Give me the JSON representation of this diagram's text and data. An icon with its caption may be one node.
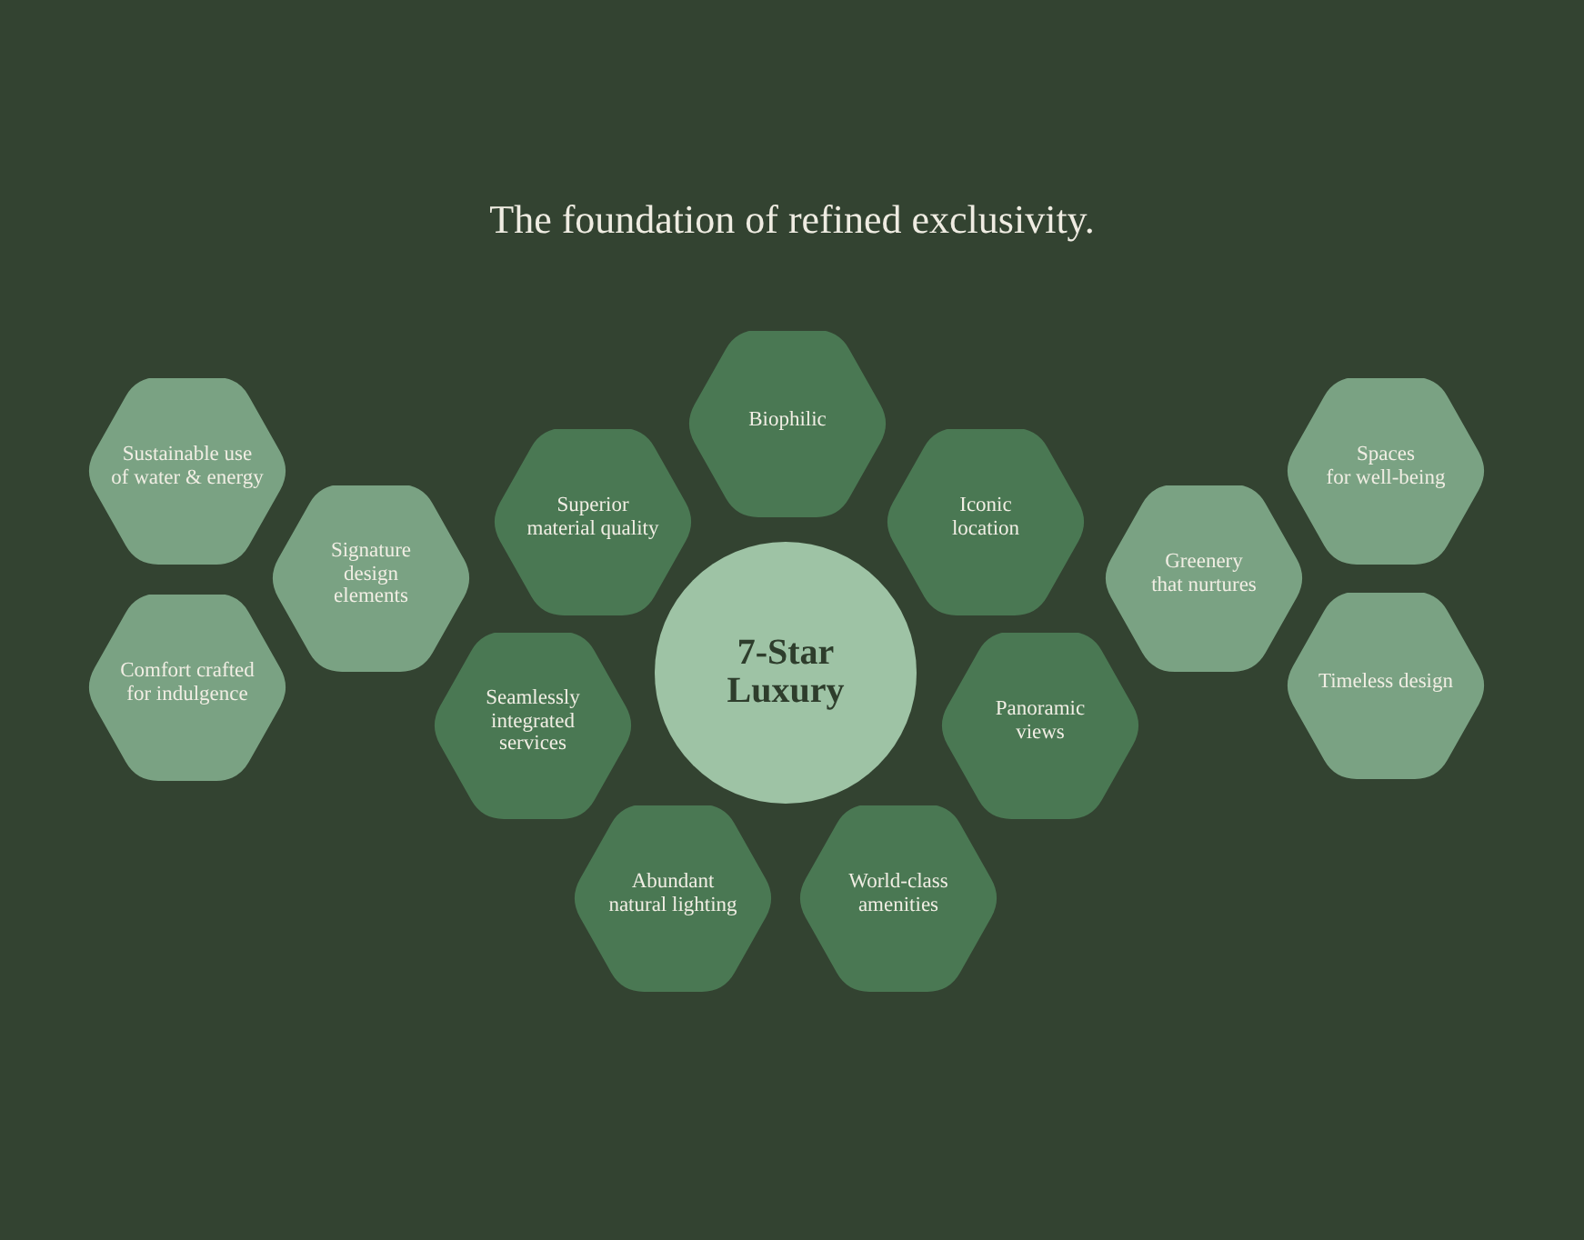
{
  "diagram": {
    "title": "The foundation of refined exclusivity.",
    "nodes": [
      {
        "text": [
          "7-Star Luxury"
        ]
      },
      {
        "text": [
          "Biophilic"
        ]
      },
      {
        "text": [
          "Iconic location"
        ]
      },
      {
        "text": [
          "Panoramic views"
        ]
      },
      {
        "text": [
          "World-class amenities"
        ]
      },
      {
        "text": [
          "Abundant natural lighting"
        ]
      },
      {
        "text": [
          "Seamlessly integrated services"
        ]
      },
      {
        "text": [
          "Superior material quality"
        ]
      },
      {
        "text": [
          "Sustainable use of water & energy"
        ]
      },
      {
        "text": [
          "Signature design elements"
        ]
      },
      {
        "text": [
          "Comfort crafted for indulgence"
        ]
      },
      {
        "text": [
          "Spaces for well-being"
        ]
      },
      {
        "text": [
          "Greenery that nurtures"
        ]
      },
      {
        "text": [
          "Timeless design"
        ]
      }
    ]
  }
}
